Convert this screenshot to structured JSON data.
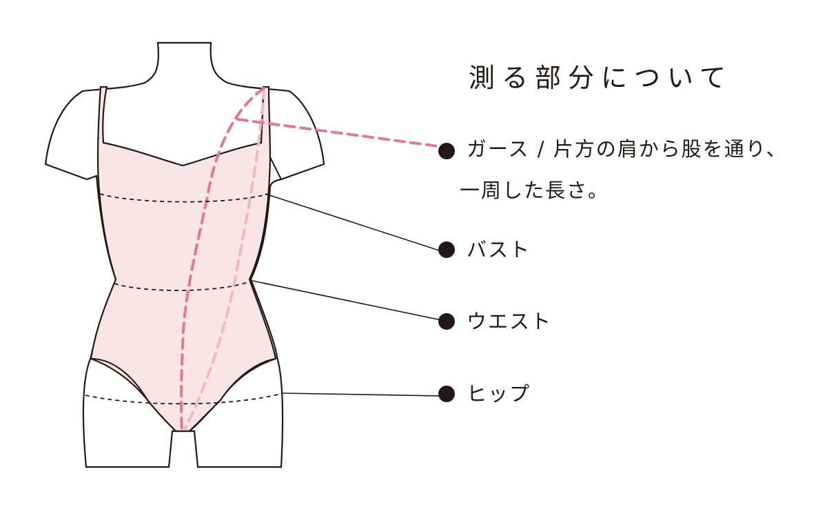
{
  "title": "測る部分について",
  "labels": {
    "girth_line1": "ガース / 片方の肩から股を通り、",
    "girth_line2": "一周した長さ。",
    "bust": "バスト",
    "waist": "ウエスト",
    "hip": "ヒップ"
  },
  "colors": {
    "outline": "#231815",
    "leotard_fill": "#f9e4e8",
    "girth_front": "#e2769b",
    "girth_back": "#f2b6c8"
  }
}
